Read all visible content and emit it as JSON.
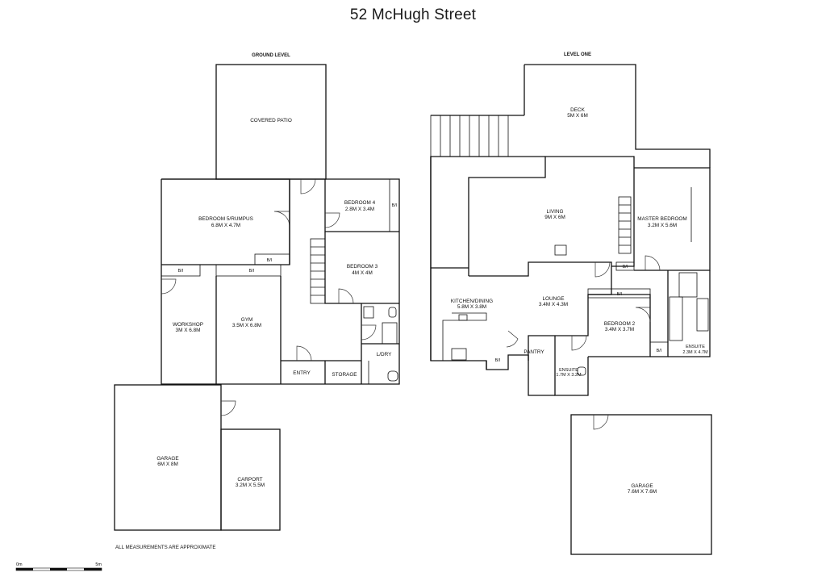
{
  "title": "52 McHugh Street",
  "ground_level": {
    "heading": "GROUND LEVEL",
    "rooms": {
      "covered_patio": "COVERED PATIO",
      "bedroom5": {
        "name": "BEDROOM 5/RUMPUS",
        "size": "6.8M X 4.7M"
      },
      "bedroom4": {
        "name": "BEDROOM 4",
        "size": "2.8M X 3.4M"
      },
      "bedroom3": {
        "name": "BEDROOM 3",
        "size": "4M X 4M"
      },
      "workshop": {
        "name": "WORKSHOP",
        "size": "3M X 6.8M"
      },
      "gym": {
        "name": "GYM",
        "size": "3.5M X 6.8M"
      },
      "entry": "ENTRY",
      "storage": "STORAGE",
      "laundry": "L/DRY",
      "garage": {
        "name": "GARAGE",
        "size": "6M X 8M"
      },
      "carport": {
        "name": "CARPORT",
        "size": "3.2M X 5.5M"
      }
    },
    "bi_labels": {
      "a": "B/I",
      "b": "B/I",
      "c": "B/I",
      "d": "B/I"
    }
  },
  "level_one": {
    "heading": "LEVEL ONE",
    "rooms": {
      "deck": {
        "name": "DECK",
        "size": "5M X 6M"
      },
      "living": {
        "name": "LIVING",
        "size": "9M X 6M"
      },
      "master_bedroom": {
        "name": "MASTER BEDROOM",
        "size": "3.2M X 5.6M"
      },
      "kitchen": {
        "name": "KITCHEN/DINING",
        "size": "5.8M X 3.8M"
      },
      "lounge": {
        "name": "LOUNGE",
        "size": "3.4M X 4.3M"
      },
      "bedroom2": {
        "name": "BEDROOM 2",
        "size": "3.4M X 3.7M"
      },
      "pantry": "PANTRY",
      "ensuite_small": {
        "name": "ENSUITE",
        "size": "1.7M X 3.2M"
      },
      "ensuite": {
        "name": "ENSUITE",
        "size": "2.3M X 4.7M"
      },
      "garage": {
        "name": "GARAGE",
        "size": "7.6M X 7.6M"
      }
    },
    "bi_labels": {
      "a": "B/I",
      "b": "B/I",
      "c": "B/I",
      "d": "B/I"
    }
  },
  "footer_note": "ALL MEASUREMENTS ARE APPROXIMATE",
  "scale_bar": {
    "start": "0m",
    "end": "5m"
  }
}
